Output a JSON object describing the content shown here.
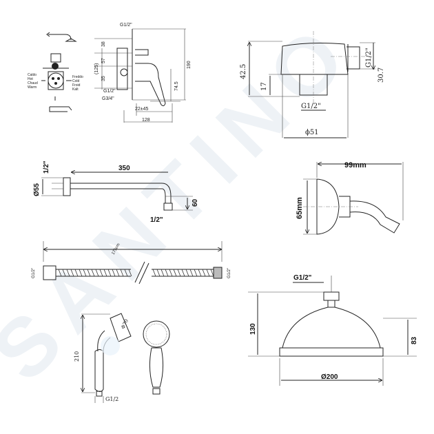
{
  "watermark": "SANTINO",
  "mixer": {
    "legend_hot": [
      "Caldo",
      "Hot",
      "Chaud",
      "Warm"
    ],
    "legend_cold": [
      "Freddo",
      "Cold",
      "Froid",
      "Kalt"
    ],
    "dims": {
      "top_thread": "G1/2\"",
      "total": "(125)",
      "d38": "38",
      "d57": "57",
      "d35": "35",
      "height": "190",
      "lever": "74.5",
      "out_thread": "G1/2\"",
      "in_thread": "G3/4\"",
      "adjust": "22±45",
      "depth": "128"
    }
  },
  "wall_outlet": {
    "height": "42.5",
    "thread_side": "G1/2\"",
    "side_dim": "30.7",
    "stem": "17",
    "thread_bottom": "G1/2\"",
    "diameter": "ϕ51"
  },
  "shower_arm": {
    "length": "350",
    "thread_top": "1/2\"",
    "flange": "Ø55",
    "drop": "60",
    "thread_bottom": "1/2\""
  },
  "holder": {
    "width": "99mm",
    "height": "65mm"
  },
  "hose": {
    "length": "175cm",
    "thread_left": "G1/2\"",
    "thread_right": "G1/2\""
  },
  "hand_shower": {
    "height": "210",
    "head": "Φ70",
    "thread": "G1/2"
  },
  "head_shower": {
    "thread": "G1/2\"",
    "height": "130",
    "body": "83",
    "diameter": "Ø200"
  }
}
